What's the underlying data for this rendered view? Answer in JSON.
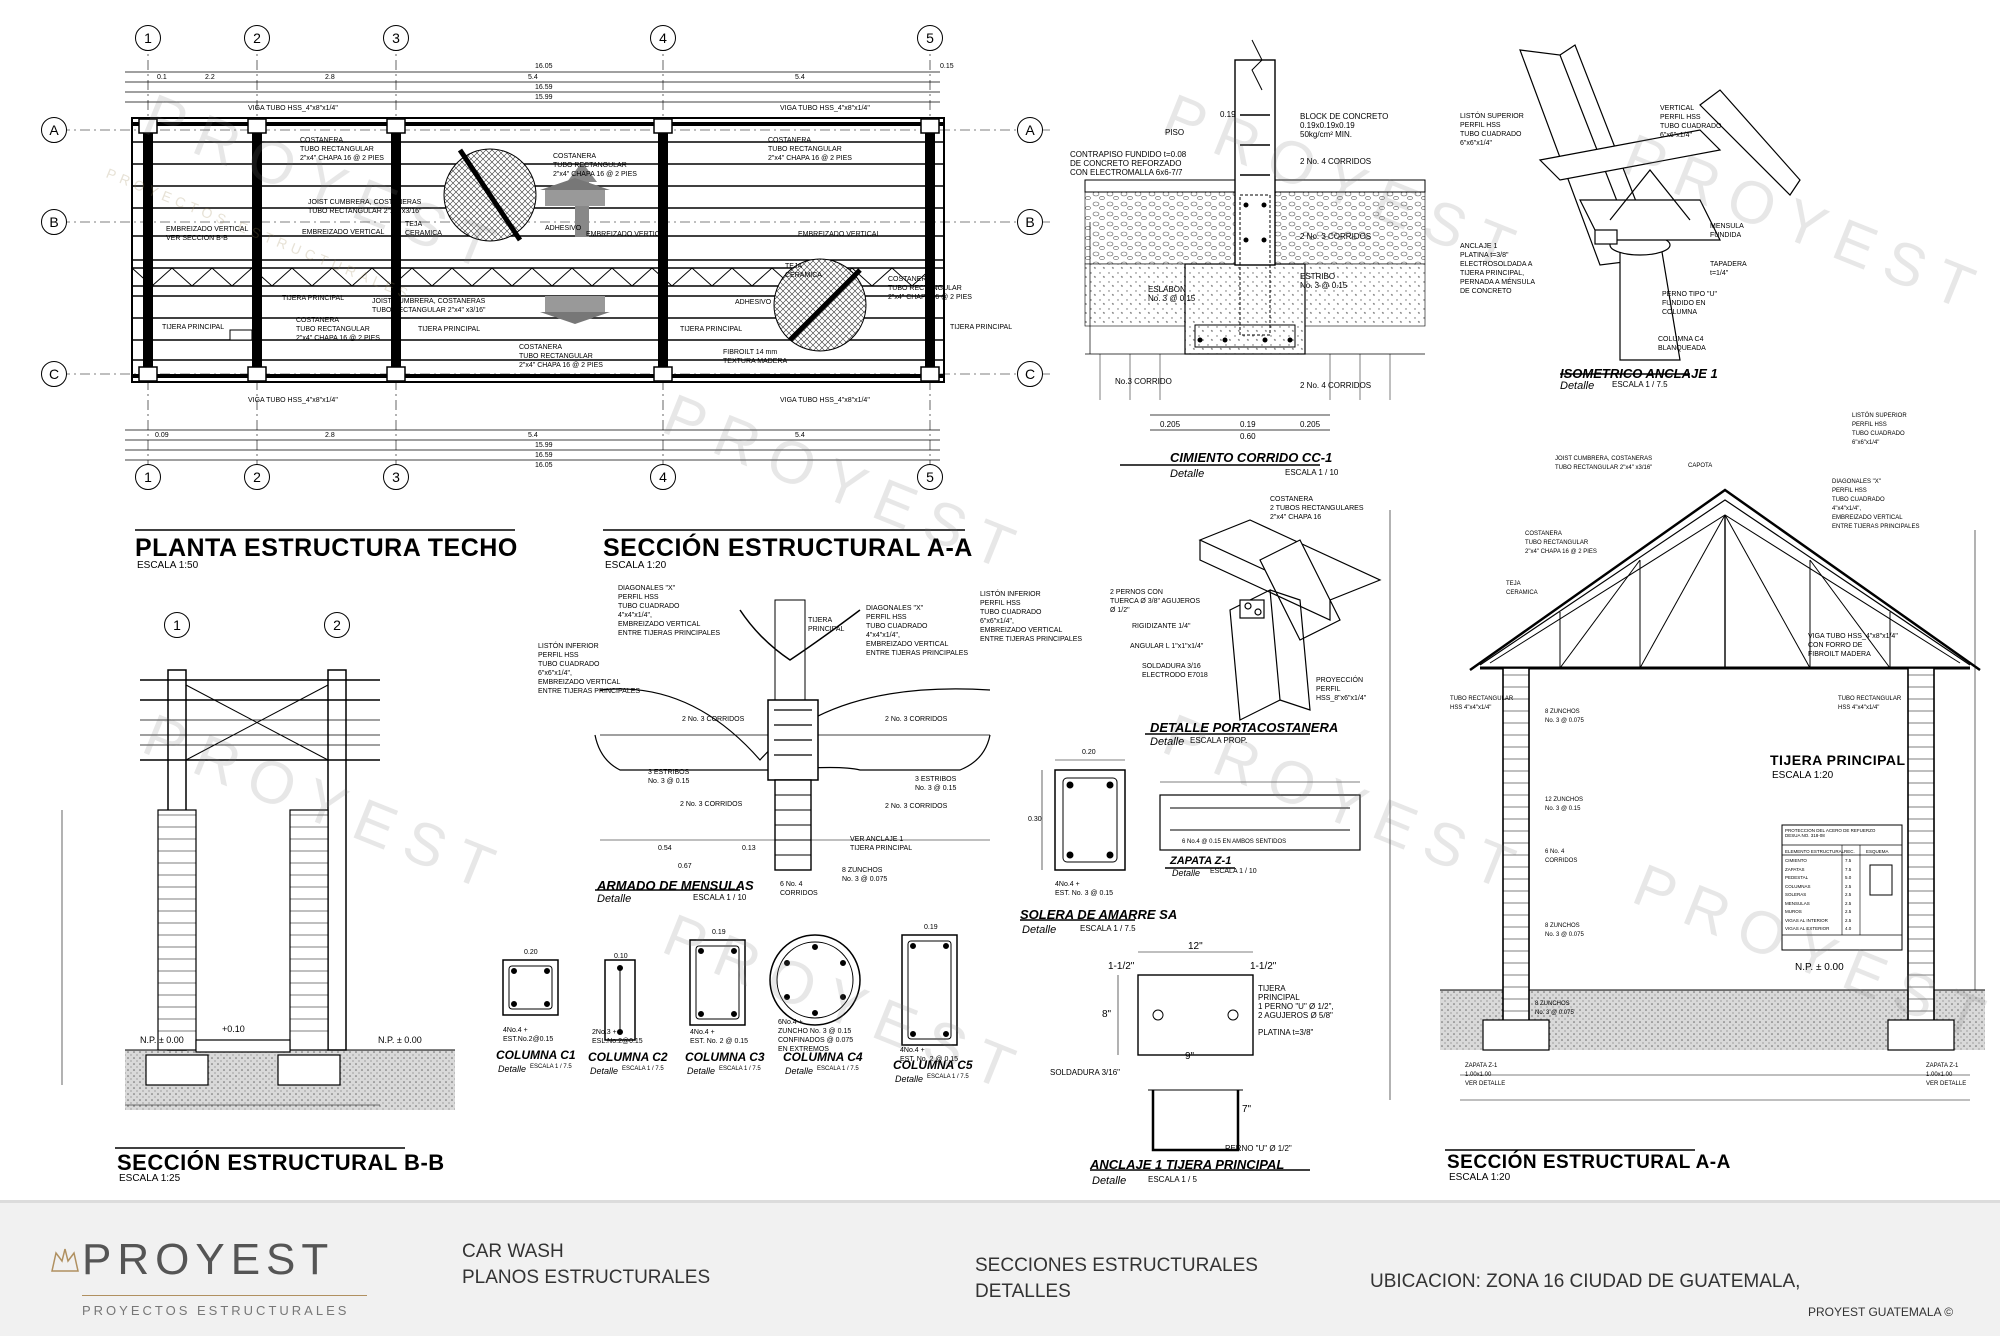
{
  "titles": {
    "planta": "PLANTA ESTRUCTURA TECHO",
    "planta_scale": "ESCALA 1:50",
    "seccion_aa": "SECCIÓN ESTRUCTURAL A-A",
    "seccion_aa_scale": "ESCALA 1:20",
    "seccion_bb": "SECCIÓN ESTRUCTURAL B-B",
    "seccion_bb_scale": "ESCALA 1:25",
    "seccion_aa2": "SECCIÓN ESTRUCTURAL A-A",
    "seccion_aa2_scale": "ESCALA 1:20",
    "tijera": "TIJERA PRINCIPAL",
    "tijera_scale": "ESCALA 1:20"
  },
  "details": {
    "cimiento": "CIMIENTO CORRIDO CC-1",
    "cimiento_scale": "ESCALA 1 / 10",
    "isometrico": "ISOMETRICO ANCLAJE 1",
    "isometrico_scale": "ESCALA 1 / 7.5",
    "portacostanera": "DETALLE PORTACOSTANERA",
    "portacostanera_scale": "ESCALA PROP.",
    "zapata": "ZAPATA Z-1",
    "zapata_scale": "ESCALA 1 / 10",
    "solera": "SOLERA DE AMARRE SA",
    "solera_scale": "ESCALA 1 / 7.5",
    "mensulas": "ARMADO DE MENSULAS",
    "mensulas_scale": "ESCALA 1 / 10",
    "anclaje": "ANCLAJE 1 TIJERA PRINCIPAL",
    "anclaje_scale": "ESCALA 1 / 5",
    "col_c1": "COLUMNA C1",
    "col_c2": "COLUMNA C2",
    "col_c3": "COLUMNA C3",
    "col_c4": "COLUMNA C4",
    "col_c5": "COLUMNA C5",
    "col_scale": "ESCALA 1 / 7.5",
    "detalle": "Detalle"
  },
  "labels": {
    "viga_top": "VIGA TUBO HSS_4\"x8\"x1/4\"",
    "costanera": "COSTANERA\nTUBO RECTANGULAR\n2\"x4\" CHAPA 16 @ 2 PIES",
    "joist": "JOIST CUMBRERA, COSTANERAS\nTUBO RECTANGULAR 2\"x4\" x3/16\"",
    "embreizado": "EMBREIZADO VERTICAL",
    "embreizado_ver": "EMBREIZADO VERTICAL\nVER SECCION B-B",
    "teja": "TEJA\nCERAMICA",
    "adhesivo": "ADHESIVO",
    "tijera": "TIJERA PRINCIPAL",
    "fibroilt": "FIBROILT 14 mm\nTEXTURA MADERA",
    "piso": "PISO",
    "block": "BLOCK DE CONCRETO\n0.19x0.19x0.19\n50kg/cm² MIN.",
    "contrapiso": "CONTRAPISO FUNDIDO t=0.08\nDE CONCRETO REFORZADO\nCON ELECTROMALLA 6x6-7/7",
    "n4corridos": "2 No. 4 CORRIDOS",
    "n3corridos": "2 No. 3 CORRIDOS",
    "eslabon": "ESLABON\nNo. 3 @ 0.15",
    "estribo": "ESTRIBO\nNo. 3 @ 0.15",
    "no3corrido": "No.3 CORRIDO",
    "diagonales": "DIAGONALES \"X\"\nPERFIL HSS\nTUBO CUADRADO\n4\"x4\"x1/4\",\nEMBREIZADO VERTICAL\nENTRE TIJERAS PRINCIPALES",
    "liston_inf": "LISTÓN INFERIOR\nPERFIL HSS\nTUBO CUADRADO\n6\"x6\"x1/4\",\nEMBREIZADO VERTICAL\nENTRE TIJERAS PRINCIPALES",
    "tijera_ppal": "TIJERA\nPRINCIPAL",
    "tres_estribos": "3 ESTRIBOS\nNo. 3 @ 0.15",
    "ver_anclaje": "VER ANCLAJE 1\nTIJERA PRINCIPAL",
    "zunchos": "8 ZUNCHOS\nNo. 3 @ 0.075",
    "no4corridos6": "6 No. 4\nCORRIDOS",
    "perno": "PERNO \"U\" Ø 1/2\"",
    "soldadura": "SOLDADURA 3/16\"",
    "platina": "PLATINA t=3/8\"",
    "tijera_perno": "TIJERA\nPRINCIPAL\n1 PERNO \"U\" Ø 1/2\",\n2 AGUJEROS Ø 5/8\"",
    "viga_tubo": "VIGA TUBO HSS_4\"x8\"x1/4\"\nCON FORRO DE\nFIBROILT MADERA",
    "tubo_rect": "TUBO RECTANGULAR\nHSS 4\"x4\"x1/4\"",
    "tubo_rect_r": "TUBO RECTANGULAR\nHSS 4\"x4\"x1/4\"",
    "np000": "N.P. ± 0.00",
    "np010": "+0.10",
    "listonsup": "LISTÓN SUPERIOR\nPERFIL HSS\nTUBO CUADRADO\n6\"x6\"x1/4\"",
    "vertical": "VERTICAL\nPERFIL HSS\nTUBO CUADRADO\n6\"x6\"x1/4\"",
    "mensula": "MENSULA\nFUNDIDA",
    "tapadera": "TAPADERA\nt=1/4\"",
    "perno_u": "PERNO TIPO \"U\"\nFUNDIDO EN\nCOLUMNA",
    "columna_c4": "COLUMNA C4\nBLANQUEADA",
    "anclaje1": "ANCLAJE 1\nPLATINA t=3/8\"\nELECTROSOLDADA A\nTIJERA PRINCIPAL,\nPERNADA A MÉNSULA\nDE CONCRETO",
    "portacostanera_lbl": "COSTANERA\n2 TUBOS RECTANGULARES\n2\"x4\" CHAPA 16",
    "pernos_con": "2 PERNOS CON\nTUERCA Ø 3/8\" AGUJEROS\nØ 1/2\"",
    "rigidizante": "RIGIDIZANTE 1/4\"",
    "angular": "ANGULAR L 1\"x1\"x1/4\"",
    "soldadura2": "SOLDADURA 3/16\nELECTRODO E7018",
    "proyeccion": "PROYECCIÓN\nPERFIL\nHSS_8\"x6\"x1/4\"",
    "zapata_lbl": "6 No.4 @ 0.15 EN AMBOS SENTIDOS",
    "capota": "CAPOTA",
    "joist2": "JOIST CUMBRERA, COSTANERAS\nTUBO RECTANGULAR 2\"x4\" x3/16\"",
    "zunchos12": "12 ZUNCHOS\nNo. 3 @ 0.15",
    "zunchos8": "8 ZUNCHOS\nNo. 3 @ 0.075",
    "no46": "6 No. 4\nCORRIDOS",
    "zapata_ver": "ZAPATA Z-1\n1.00x1.00\nVER DETALLE"
  },
  "dims": {
    "d1": "0.1",
    "d2": "2.2",
    "d3": "2.8",
    "d4": "5.4",
    "d5": "0.15",
    "total": "16.05",
    "total2": "16.59",
    "total3": "15.99",
    "b1": "0.09",
    "b2": "2.8",
    "b3": "5.4",
    "bottom_total": "16.05",
    "bottom2": "16.59",
    "bottom3": "15.99",
    "c019": "0.19",
    "c060": "0.60",
    "c0205": "0.205",
    "m054": "0.54",
    "m013": "0.13",
    "m067": "0.67",
    "col020": "0.20",
    "col010": "0.10",
    "col019": "0.19",
    "sol020": "0.20",
    "sol030": "0.30",
    "a12": "12\"",
    "a112": "1-1/2\"",
    "a9": "9\"",
    "a8": "8\"",
    "a7": "7\"",
    "grid_rows": [
      "A",
      "B",
      "C"
    ],
    "grid_cols": [
      "1",
      "2",
      "3",
      "4",
      "5"
    ]
  },
  "col_notes": {
    "c1": "4No.4 +\nEST.No.2@0.15",
    "c2": "2No.3 +\nESL.No.2@0.15",
    "c3": "4No.4 +\nEST. No. 2 @ 0.15",
    "c4": "6No.4 +\nZUNCHO No. 3 @ 0.15\nCONFINADOS @ 0.075\nEN EXTREMOS",
    "c5": "4No.4 +\nEST. No. 2 @ 0.15",
    "sa": "4No.4 +\nEST. No. 3 @ 0.15"
  },
  "watermark": {
    "brand": "PROYEST",
    "sub": "PROYECTOS ESTRUCTURALES"
  },
  "footer": {
    "brand": "PROYEST",
    "brand_sub": "PROYECTOS ESTRUCTURALES",
    "project": "CAR WASH",
    "project_sub": "PLANOS ESTRUCTURALES",
    "content": "SECCIONES ESTRUCTURALES",
    "content_sub": "DETALLES",
    "location": "UBICACION: ZONA 16 CIUDAD DE GUATEMALA,",
    "copyright": "PROYEST GUATEMALA ©"
  },
  "table": {
    "title": "PROTECCION DEL ACERO DE REFUERZO\nDESUA NO. 318-08",
    "col1": "ELEMENTO ESTRUCTURAL",
    "col2": "REC.",
    "col3": "ESQUEMA",
    "rows": [
      "CIMIENTO",
      "ZAPATAS",
      "PEDESTAL",
      "COLUMNAS",
      "SOLERAS",
      "MENSULAS",
      "MUROS",
      "VIGAS AL INTERIOR",
      "VIGAS AL EXTERIOR"
    ],
    "recs": [
      "7.5",
      "7.5",
      "5.0",
      "2.5",
      "2.5",
      "2.5",
      "2.5",
      "2.5",
      "4.0"
    ]
  }
}
